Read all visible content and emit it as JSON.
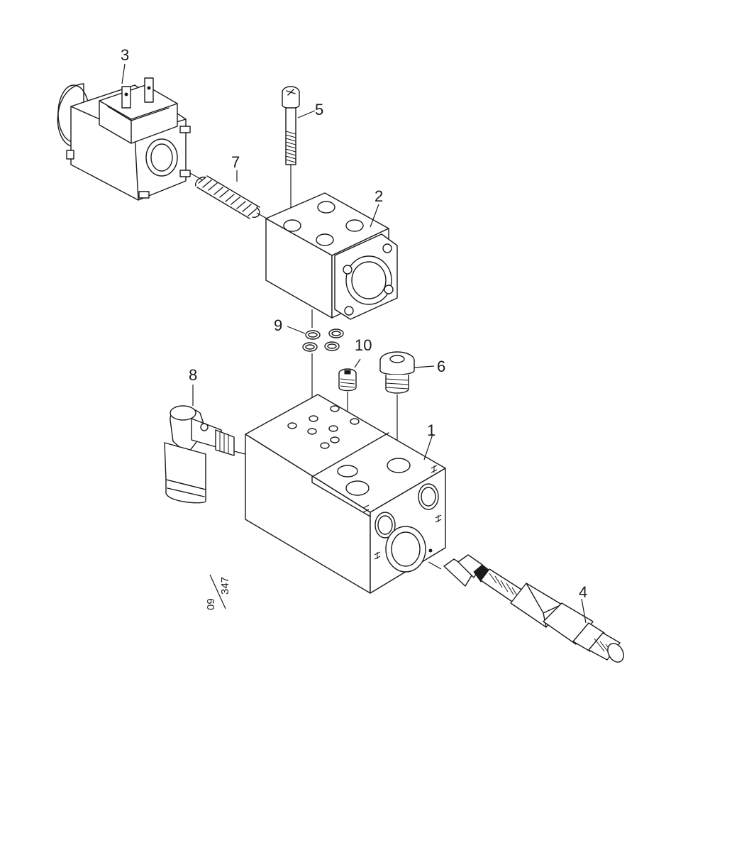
{
  "callouts": {
    "c1": "1",
    "c2": "2",
    "c3": "3",
    "c4": "4",
    "c5": "5",
    "c6": "6",
    "c7": "7",
    "c8": "8",
    "c9": "9",
    "c10": "10"
  },
  "reference": {
    "left": "09",
    "right": "347"
  }
}
